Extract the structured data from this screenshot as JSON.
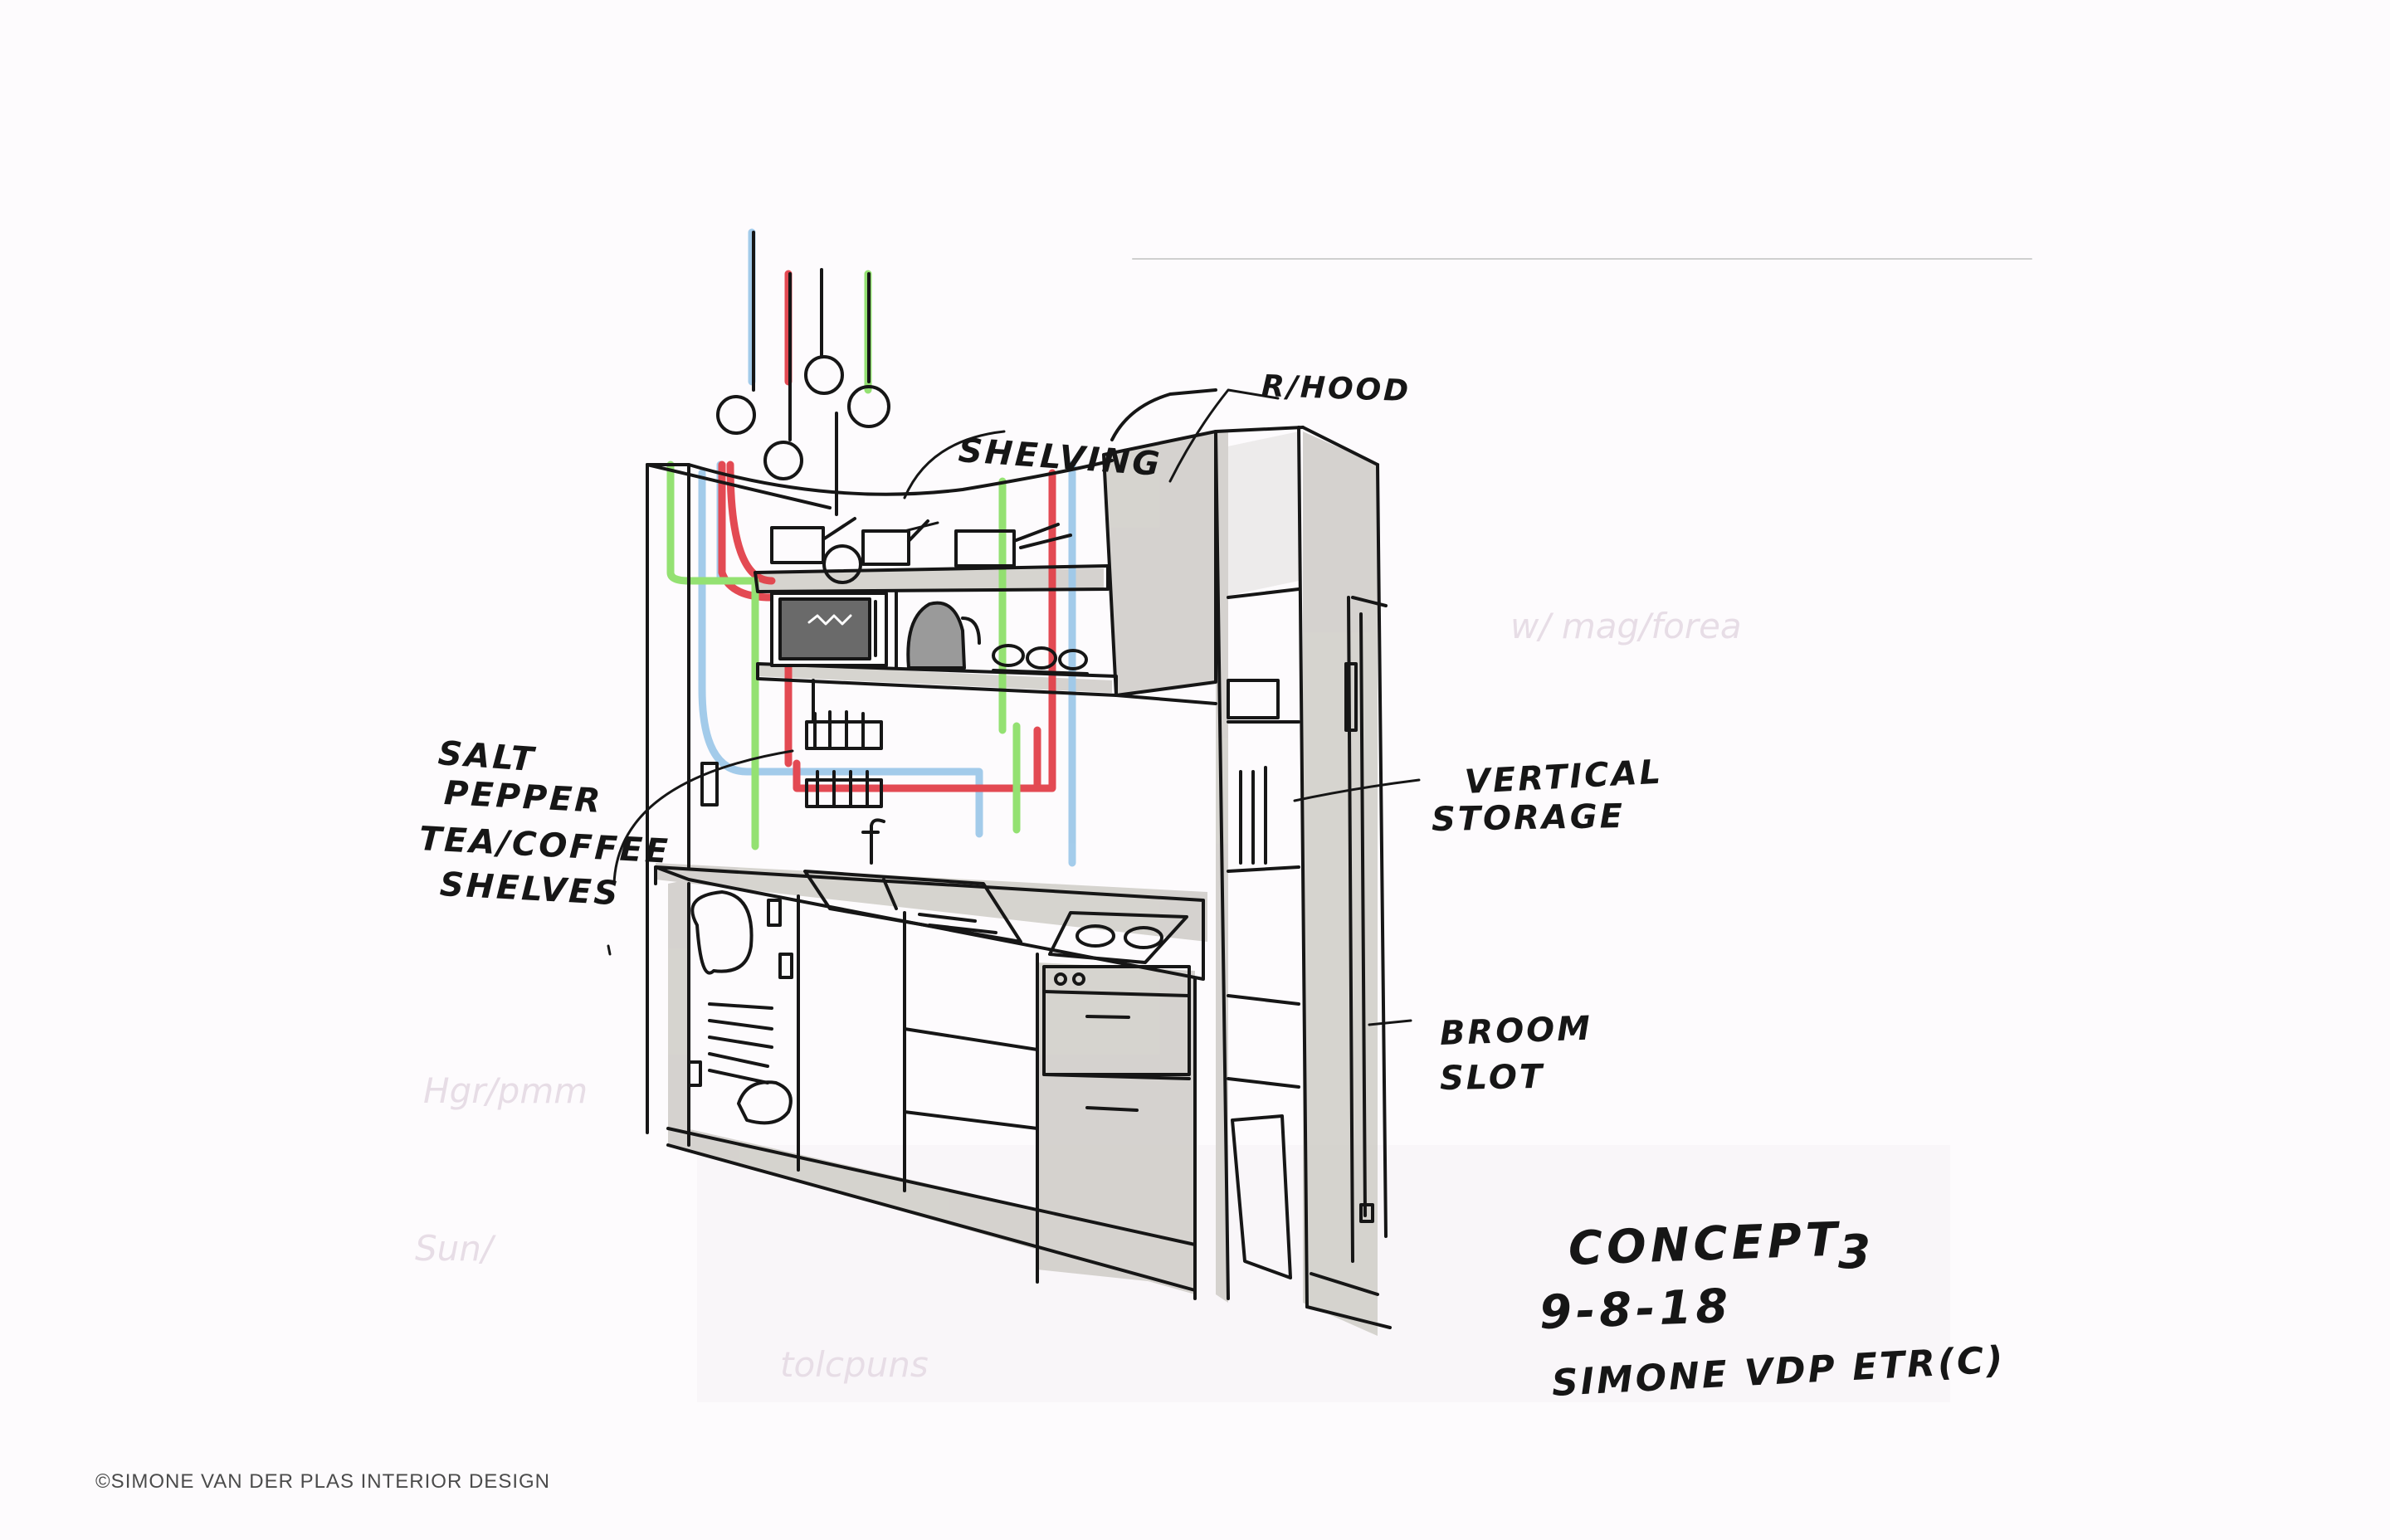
{
  "labels": {
    "shelving": "SHELVING",
    "r_hood": "R/HOOD",
    "salt": "SALT",
    "pepper": "PEPPER",
    "tea_coffee": "TEA/COFFEE",
    "shelves": "SHELVES",
    "vertical": "VERTICAL",
    "storage": "STORAGE",
    "broom": "BROOM",
    "slot": "SLOT"
  },
  "title_block": {
    "concept": "CONCEPT",
    "number": "3",
    "date": "9-8-18",
    "author": "SIMONE VDP ETR(C)"
  },
  "footer": {
    "copyright": "©SIMONE VAN DER PLAS INTERIOR DESIGN"
  },
  "colors": {
    "ink": "#161616",
    "grey_marker": "#cfccc7",
    "cable_blue": "#9fc9ea",
    "cable_red": "#e2414a",
    "cable_green": "#8fe06b",
    "background": "#fdfbfd"
  }
}
